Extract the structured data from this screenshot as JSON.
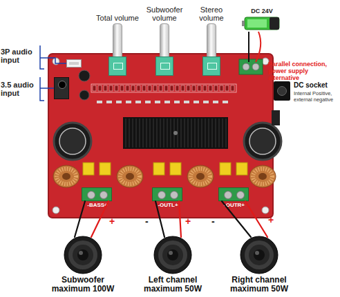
{
  "diagram": {
    "nodes": [
      {
        "text": [
          "Total volume"
        ]
      },
      {
        "text": [
          "Subwoofer volume"
        ]
      },
      {
        "text": [
          "Stereo volume"
        ]
      },
      {
        "text": [
          "3P audio input"
        ]
      },
      {
        "text": [
          "3.5 audio input"
        ]
      },
      {
        "text": [
          "DC 24V"
        ]
      },
      {
        "text": [
          "DC socket",
          "Internal Positive, external negative"
        ]
      },
      {
        "text": [
          "-BASS+"
        ]
      },
      {
        "text": [
          "-OUTL+"
        ]
      },
      {
        "text": [
          "-OUTR+"
        ]
      },
      {
        "text": [
          "Subwoofer maximum 100W"
        ]
      },
      {
        "text": [
          "Left channel maximum 50W"
        ]
      },
      {
        "text": [
          "Right channel maximum 50W"
        ]
      }
    ],
    "edges": [
      {
        "from": 7,
        "to": 10,
        "arrow": "none"
      },
      {
        "from": 7,
        "to": 10,
        "arrow": "none"
      },
      {
        "from": 8,
        "to": 11,
        "arrow": "none"
      },
      {
        "from": 8,
        "to": 11,
        "arrow": "none"
      },
      {
        "from": 9,
        "to": 12,
        "arrow": "none"
      },
      {
        "from": 9,
        "to": 12,
        "arrow": "none"
      }
    ],
    "labels": [
      "Parallel connection, power supply alternative",
      "+",
      "-",
      "+",
      "-",
      "+"
    ]
  }
}
